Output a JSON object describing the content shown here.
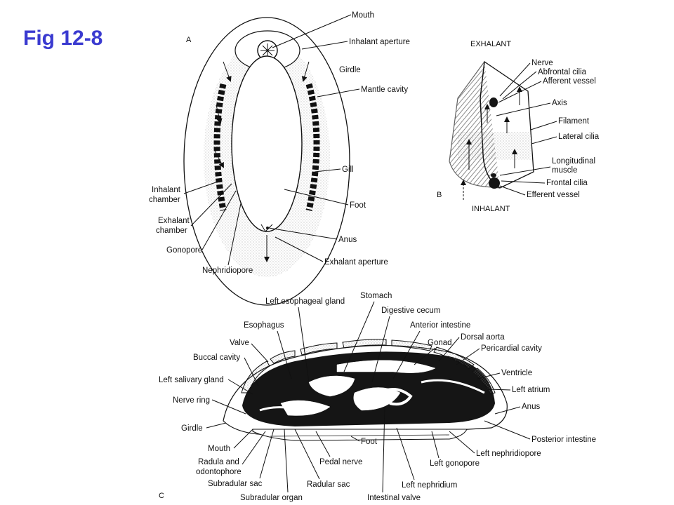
{
  "figure": {
    "title": "Fig 12-8",
    "accent_color": "#3a3ad0"
  },
  "panel_a": {
    "letter": "A",
    "labels": {
      "mouth": "Mouth",
      "inhalant_aperture": "Inhalant aperture",
      "girdle": "Girdle",
      "mantle_cavity": "Mantle cavity",
      "gill": "Gill",
      "foot": "Foot",
      "anus": "Anus",
      "exhalant_aperture": "Exhalant aperture",
      "inhalant_chamber_1": "Inhalant",
      "inhalant_chamber_2": "chamber",
      "exhalant_chamber_1": "Exhalant",
      "exhalant_chamber_2": "chamber",
      "gonopore": "Gonopore",
      "nephridiopore": "Nephridiopore"
    }
  },
  "panel_b": {
    "letter": "B",
    "top": "EXHALANT",
    "bottom": "INHALANT",
    "labels": {
      "nerve": "Nerve",
      "abfrontal_cilia": "Abfrontal cilia",
      "afferent_vessel": "Afferent vessel",
      "axis": "Axis",
      "filament": "Filament",
      "lateral_cilia": "Lateral cilia",
      "longitudinal_1": "Longitudinal",
      "longitudinal_2": "muscle",
      "frontal_cilia": "Frontal cilia",
      "efferent_vessel": "Efferent vessel"
    }
  },
  "panel_c": {
    "letter": "C",
    "labels": {
      "stomach": "Stomach",
      "left_esophageal_gland": "Left esophageal gland",
      "digestive_cecum": "Digestive cecum",
      "anterior_intestine": "Anterior intestine",
      "esophagus": "Esophagus",
      "dorsal_aorta": "Dorsal aorta",
      "gonad": "Gonad",
      "valve": "Valve",
      "pericardial_cavity": "Pericardial cavity",
      "buccal_cavity": "Buccal cavity",
      "ventricle": "Ventricle",
      "left_salivary_gland": "Left salivary gland",
      "left_atrium": "Left atrium",
      "nerve_ring": "Nerve ring",
      "anus": "Anus",
      "girdle": "Girdle",
      "posterior_intestine": "Posterior intestine",
      "mouth": "Mouth",
      "foot": "Foot",
      "left_nephridiopore": "Left nephridiopore",
      "radula_1": "Radula and",
      "radula_2": "odontophore",
      "pedal_nerve": "Pedal nerve",
      "left_gonopore": "Left gonopore",
      "subradular_sac": "Subradular sac",
      "radular_sac": "Radular sac",
      "left_nephridium": "Left nephridium",
      "subradular_organ": "Subradular organ",
      "intestinal_valve": "Intestinal valve"
    }
  }
}
